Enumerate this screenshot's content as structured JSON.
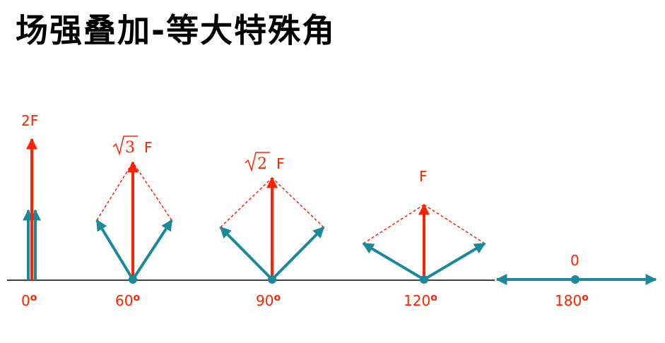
{
  "title": "场强叠加-等大特殊角",
  "colors": {
    "component": "#1a8a9a",
    "resultant": "#ff2200",
    "axis": "#000000"
  },
  "angles": [
    {
      "angle": "0",
      "degree": "o",
      "magnitude": "2F"
    },
    {
      "angle": "60",
      "degree": "o",
      "sqrt": "3",
      "unit": "F"
    },
    {
      "angle": "90",
      "degree": "o",
      "sqrt": "2",
      "unit": "F"
    },
    {
      "angle": "120",
      "degree": "o",
      "magnitude": "F"
    },
    {
      "angle": "180",
      "degree": "o",
      "magnitude": "0"
    }
  ]
}
